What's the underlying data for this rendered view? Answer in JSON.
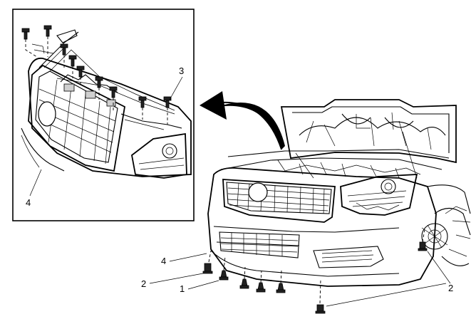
{
  "callouts": {
    "inset_retainer": "3",
    "inset_fascia": "4",
    "main_fascia": "4",
    "main_bolt_left": "2",
    "main_push_pin": "1",
    "main_bolt_right": "2"
  }
}
